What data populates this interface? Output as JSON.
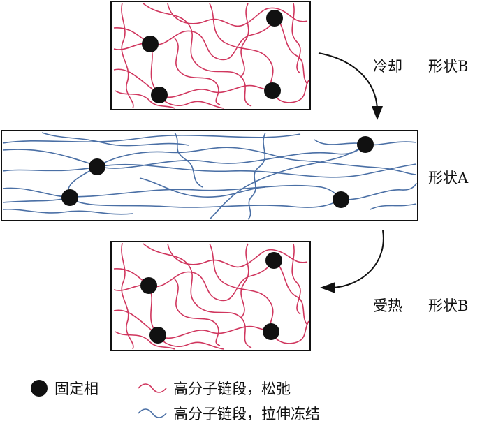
{
  "labels": {
    "top_right": [
      "冷却",
      "形状B"
    ],
    "middle_right": "形状A",
    "bottom_right": [
      "受热",
      "形状B"
    ]
  },
  "legend": {
    "fixed_phase": "固定相",
    "relaxed_chain": "高分子链段，松弛",
    "frozen_chain": "高分子链段，拉伸冻结"
  },
  "colors": {
    "relaxed": "#d0365e",
    "frozen": "#4a6fa5",
    "node": "#111111"
  }
}
